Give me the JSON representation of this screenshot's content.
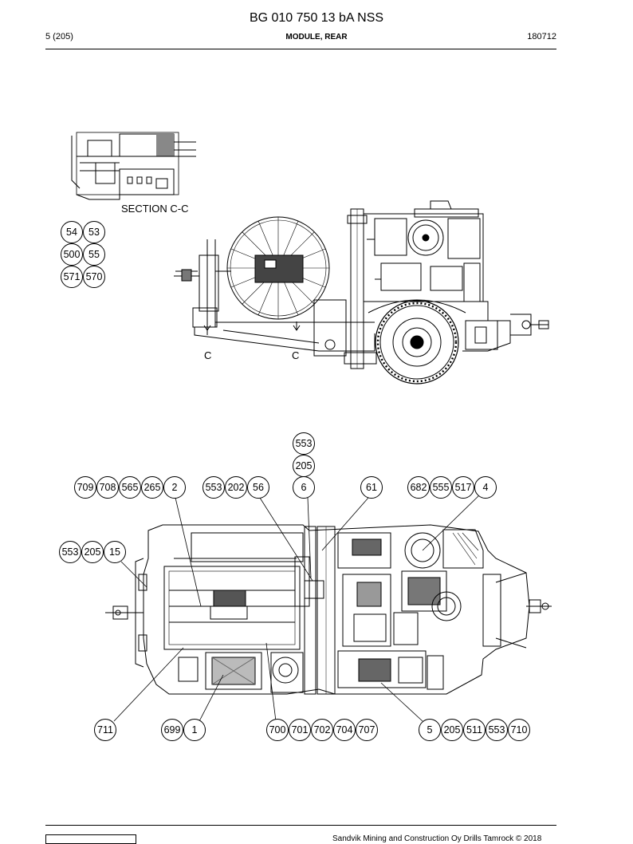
{
  "header": {
    "doc_code": "BG 010 750 13 bA NSS",
    "page": "5 (205)",
    "module": "MODULE, REAR",
    "date": "180712"
  },
  "top_view": {
    "section_label": "SECTION C-C",
    "cut_marks": [
      "C",
      "C"
    ],
    "callouts": [
      "54",
      "53",
      "500",
      "55",
      "571",
      "570"
    ]
  },
  "bottom_view": {
    "callouts": [
      "553",
      "205",
      "709",
      "708",
      "565",
      "265",
      "2",
      "553",
      "202",
      "56",
      "6",
      "61",
      "682",
      "555",
      "517",
      "4",
      "553",
      "205",
      "15",
      "711",
      "699",
      "1",
      "700",
      "701",
      "702",
      "704",
      "707",
      "5",
      "205",
      "511",
      "553",
      "710"
    ]
  },
  "footer": {
    "copyright": "Sandvik Mining and Construction Oy Drills Tamrock © 2018"
  }
}
